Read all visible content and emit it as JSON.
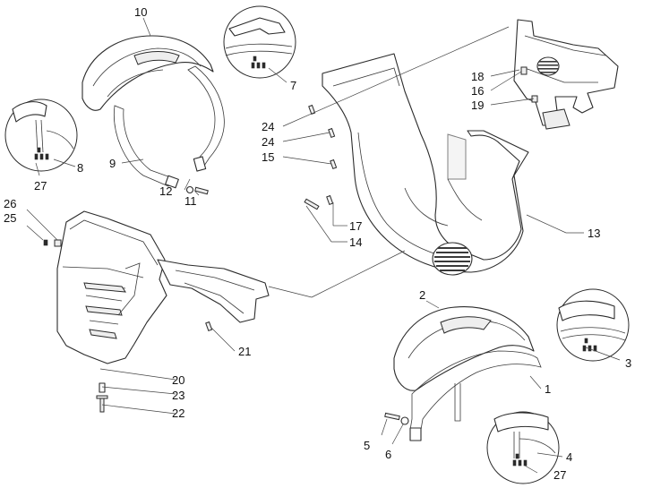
{
  "callouts": [
    {
      "id": "c-10",
      "text": "10"
    },
    {
      "id": "c-7",
      "text": "7"
    },
    {
      "id": "c-8",
      "text": "8"
    },
    {
      "id": "c-27a",
      "text": "27"
    },
    {
      "id": "c-9",
      "text": "9"
    },
    {
      "id": "c-12",
      "text": "12"
    },
    {
      "id": "c-11",
      "text": "11"
    },
    {
      "id": "c-18",
      "text": "18"
    },
    {
      "id": "c-16",
      "text": "16"
    },
    {
      "id": "c-19",
      "text": "19"
    },
    {
      "id": "c-24a",
      "text": "24"
    },
    {
      "id": "c-24b",
      "text": "24"
    },
    {
      "id": "c-15",
      "text": "15"
    },
    {
      "id": "c-17",
      "text": "17"
    },
    {
      "id": "c-14",
      "text": "14"
    },
    {
      "id": "c-13",
      "text": "13"
    },
    {
      "id": "c-26",
      "text": "26"
    },
    {
      "id": "c-25",
      "text": "25"
    },
    {
      "id": "c-21",
      "text": "21"
    },
    {
      "id": "c-20",
      "text": "20"
    },
    {
      "id": "c-23",
      "text": "23"
    },
    {
      "id": "c-22",
      "text": "22"
    },
    {
      "id": "c-2",
      "text": "2"
    },
    {
      "id": "c-3",
      "text": "3"
    },
    {
      "id": "c-1",
      "text": "1"
    },
    {
      "id": "c-5",
      "text": "5"
    },
    {
      "id": "c-6",
      "text": "6"
    },
    {
      "id": "c-4",
      "text": "4"
    },
    {
      "id": "c-27b",
      "text": "27"
    }
  ]
}
